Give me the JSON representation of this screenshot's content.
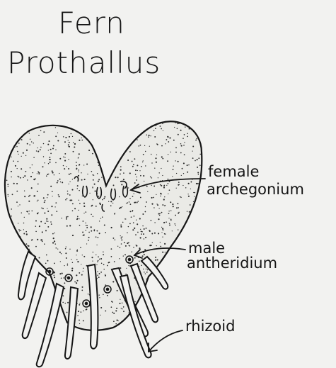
{
  "title": {
    "line1": "Fern",
    "line2": "Prothallus"
  },
  "labels": {
    "female_line1": "female",
    "female_line2": "archegonium",
    "male_line1": "male",
    "male_line2": "antheridium",
    "rhizoid": "rhizoid"
  },
  "colors": {
    "ink": "#161616",
    "paper": "#f2f2f0",
    "stipple": "#2a2a2a"
  }
}
